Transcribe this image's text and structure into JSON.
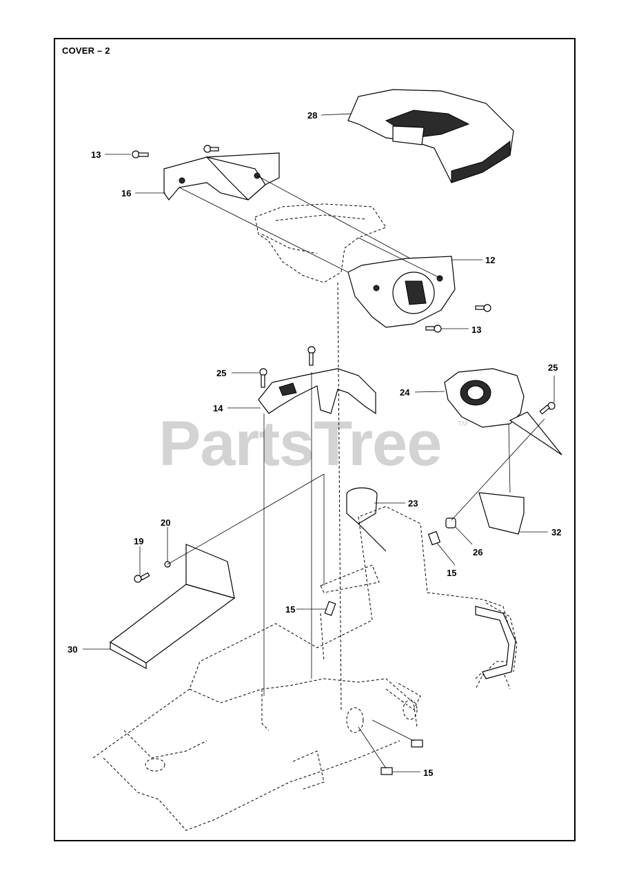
{
  "title": "COVER – 2",
  "watermark": {
    "text": "PartsTree",
    "mark": "TM"
  },
  "callouts": [
    {
      "id": "28",
      "label": "28"
    },
    {
      "id": "13a",
      "label": "13"
    },
    {
      "id": "16",
      "label": "16"
    },
    {
      "id": "12",
      "label": "12"
    },
    {
      "id": "13b",
      "label": "13"
    },
    {
      "id": "25a",
      "label": "25"
    },
    {
      "id": "14",
      "label": "14"
    },
    {
      "id": "25b",
      "label": "25"
    },
    {
      "id": "24",
      "label": "24"
    },
    {
      "id": "23",
      "label": "23"
    },
    {
      "id": "20",
      "label": "20"
    },
    {
      "id": "19",
      "label": "19"
    },
    {
      "id": "32",
      "label": "32"
    },
    {
      "id": "26",
      "label": "26"
    },
    {
      "id": "15a",
      "label": "15"
    },
    {
      "id": "15b",
      "label": "15"
    },
    {
      "id": "30",
      "label": "30"
    },
    {
      "id": "15c",
      "label": "15"
    }
  ]
}
